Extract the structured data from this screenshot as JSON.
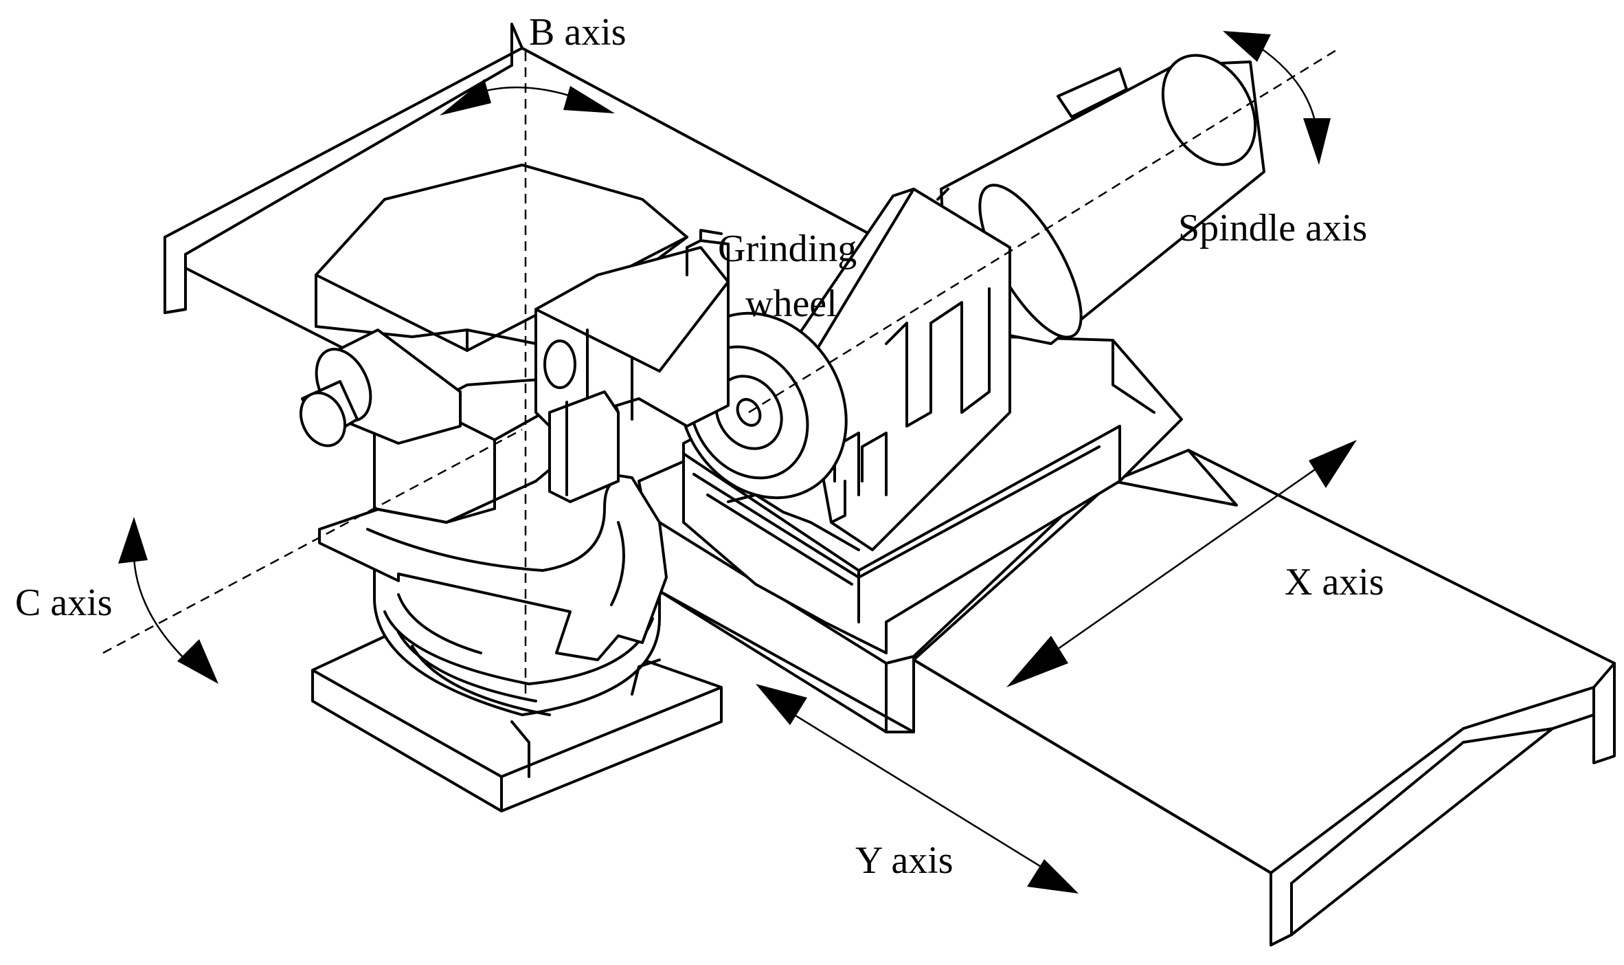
{
  "labels": {
    "b_axis": "B axis",
    "c_axis": "C axis",
    "grinding_line1": "Grinding",
    "grinding_line2": "wheel",
    "spindle_axis": "Spindle axis",
    "x_axis": "X axis",
    "y_axis": "Y axis"
  }
}
